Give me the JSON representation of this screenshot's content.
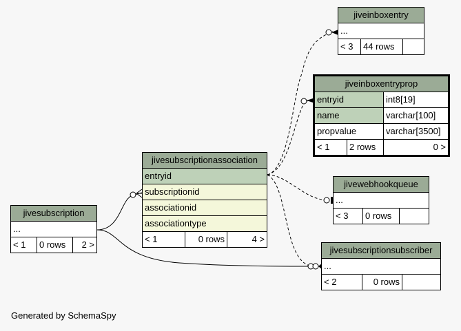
{
  "tables": {
    "jiveinboxentry": {
      "name": "jiveinboxentry",
      "columns": [
        "..."
      ],
      "stats": [
        "< 3",
        "44 rows",
        ""
      ]
    },
    "jiveinboxentryprop": {
      "name": "jiveinboxentryprop",
      "columns": [
        {
          "name": "entryid",
          "type": "int8[19]"
        },
        {
          "name": "name",
          "type": "varchar[100]"
        },
        {
          "name": "propvalue",
          "type": "varchar[3500]"
        }
      ],
      "stats": [
        "< 1",
        "2 rows",
        "0 >"
      ]
    },
    "jivewebhookqueue": {
      "name": "jivewebhookqueue",
      "columns": [
        "..."
      ],
      "stats": [
        "< 3",
        "0 rows",
        ""
      ]
    },
    "jivesubscriptionassociation": {
      "name": "jivesubscriptionassociation",
      "columns": [
        "entryid",
        "subscriptionid",
        "associationid",
        "associationtype"
      ],
      "stats": [
        "< 1",
        "0 rows",
        "4 >"
      ]
    },
    "jivesubscription": {
      "name": "jivesubscription",
      "columns": [
        "..."
      ],
      "stats": [
        "< 1",
        "0 rows",
        "2 >"
      ]
    },
    "jivesubscriptionsubscriber": {
      "name": "jivesubscriptionsubscriber",
      "columns": [
        "..."
      ],
      "stats": [
        "< 2",
        "0 rows",
        ""
      ]
    }
  },
  "footer": "Generated by SchemaSpy",
  "colors": {
    "header": "#9bab96",
    "key": "#bed1b8",
    "foreign": "#f4f7da",
    "background": "#f7f7f7"
  }
}
